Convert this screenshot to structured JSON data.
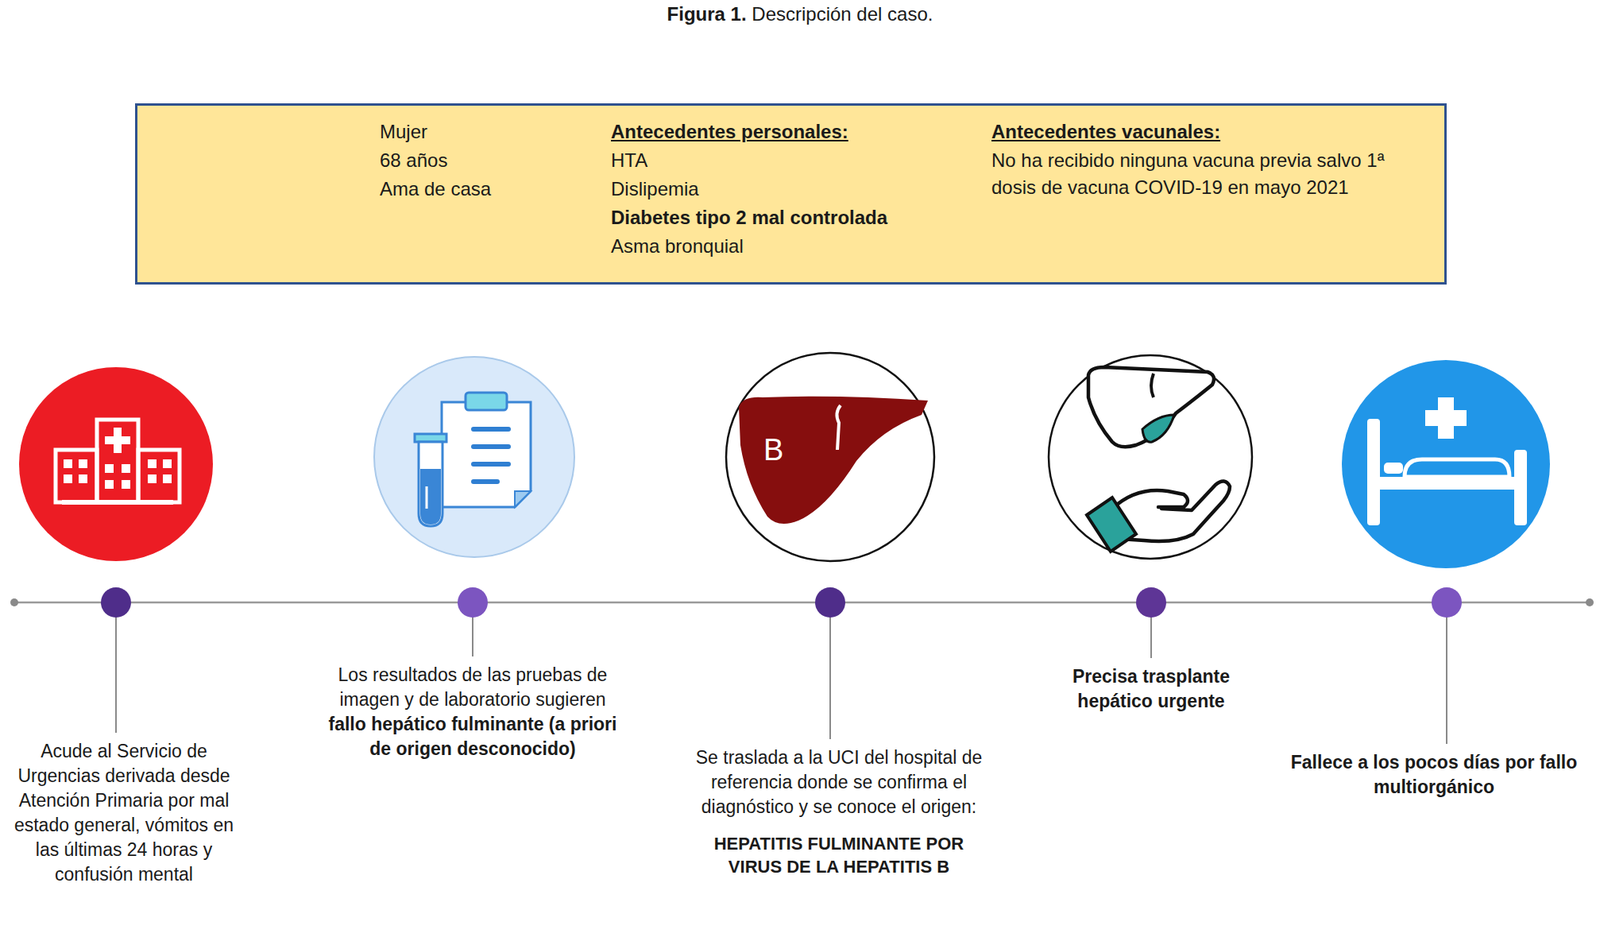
{
  "diagram": {
    "title": "Figura 1. Descripción del caso.",
    "nodes": [
      {
        "text": [
          "Mujer",
          "68 años",
          "Ama de casa",
          "Antecedentes personales:",
          "HTA",
          "Dislipemia",
          "Diabetes tipo 2 mal controlada",
          "Asma bronquial",
          "Antecedentes vacunales:",
          "No ha recibido ninguna vacuna previa salvo 1ª dosis de vacuna COVID-19 en mayo 2021"
        ]
      }
    ],
    "labels": [
      "B",
      "Acude al Servicio de Urgencias derivada desde Atención Primaria por mal estado general, vómitos en las últimas 24 horas y confusión mental",
      "Los resultados de las pruebas de imagen y de laboratorio sugieren",
      "fallo hepático fulminante (a priori de origen desconocido)",
      "Se traslada a la UCI del hospital de referencia donde se confirma el diagnóstico y se conoce el origen:",
      "HEPATITIS FULMINANTE POR VIRUS DE LA HEPATITIS B",
      "Precisa trasplante hepático urgente",
      "Fallece a los pocos días por fallo multiorgánico"
    ]
  }
}
